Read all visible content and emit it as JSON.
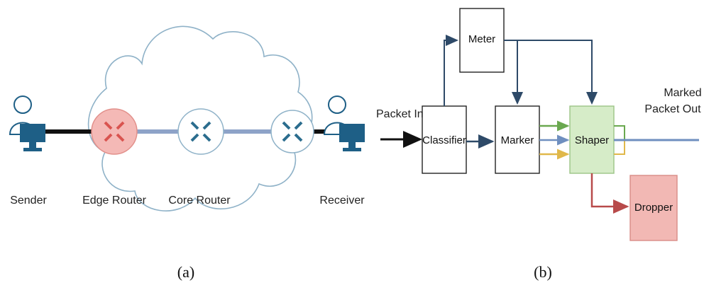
{
  "panel_a": {
    "caption": "(a)",
    "sender_label": "Sender",
    "edge_router_label": "Edge Router",
    "core_router_label": "Core Router",
    "receiver_label": "Receiver"
  },
  "panel_b": {
    "caption": "(b)",
    "packet_in_label": "Packet In",
    "marked_out_label_line1": "Marked",
    "marked_out_label_line2": "Packet Out",
    "meter_label": "Meter",
    "classifier_label": "Classifier",
    "marker_label": "Marker",
    "shaper_label": "Shaper",
    "dropper_label": "Dropper"
  },
  "colors": {
    "link_blue": "#8ea3c8",
    "line_dark": "#2e4a68",
    "edge_router_fill": "#f4b9b6",
    "edge_router_arrows": "#d9534f",
    "router_arrows": "#2b6d8e",
    "shaper_fill": "#d6ecc8",
    "dropper_fill": "#f2b8b4",
    "green_line": "#6aa84f",
    "yellow_line": "#e0b84a",
    "red_line": "#b84a4a"
  }
}
